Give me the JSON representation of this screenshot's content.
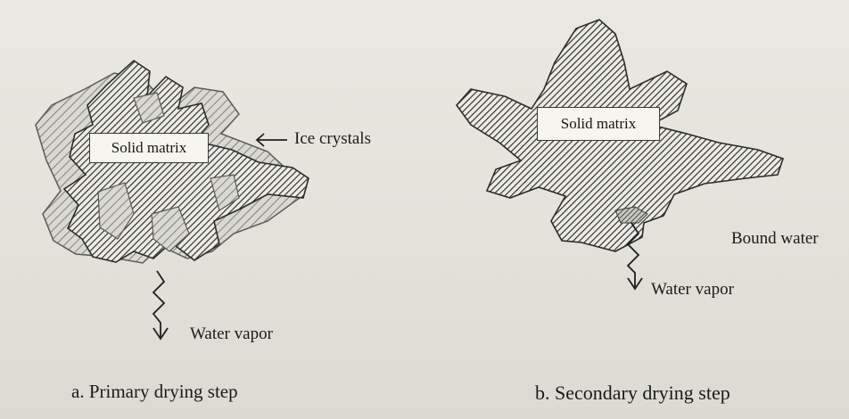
{
  "primary": {
    "solid_label": "Solid matrix",
    "ice_label": "Ice crystals",
    "vapor_label": "Water vapor",
    "caption": "a.  Primary drying step"
  },
  "secondary": {
    "solid_label": "Solid matrix",
    "bound_label": "Bound water",
    "vapor_label": "Water vapor",
    "caption": "b.  Secondary drying step"
  },
  "colors": {
    "paper": "#e6e5de",
    "ink": "#2b2b2b"
  }
}
